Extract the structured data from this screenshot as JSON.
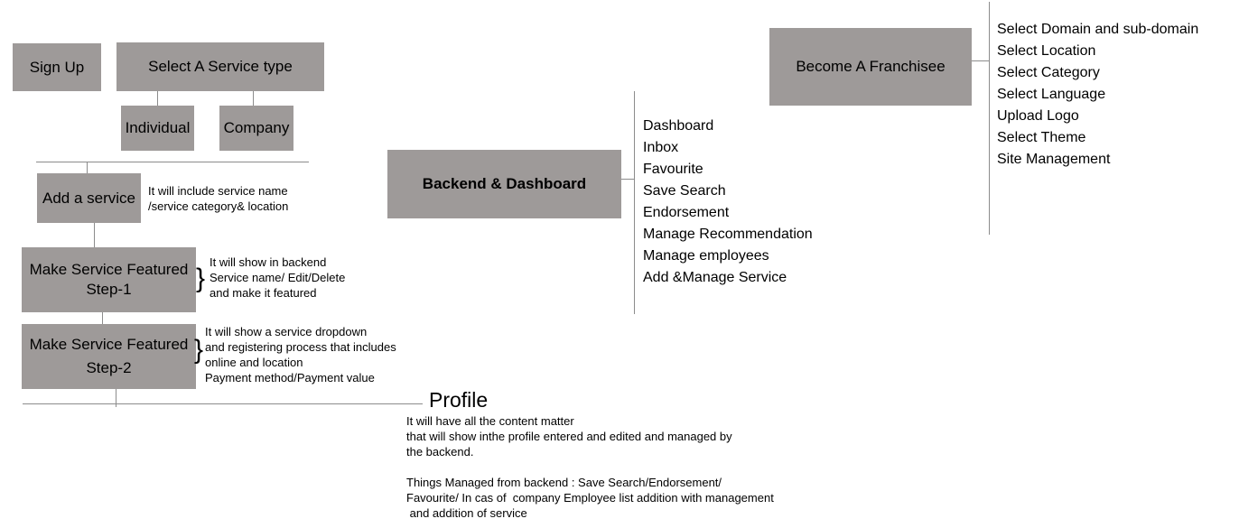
{
  "boxes": {
    "sign_up": "Sign Up",
    "select_service_type": "Select A Service type",
    "individual": "Individual",
    "company": "Company",
    "add_service": "Add a service",
    "featured_step1_line1": "Make Service Featured",
    "featured_step1_line2": "Step-1",
    "featured_step2_line1": "Make Service Featured",
    "featured_step2_line2": "Step-2",
    "backend_dashboard": "Backend & Dashboard",
    "become_franchisee": "Become A Franchisee"
  },
  "notes": {
    "add_service": "It will include service name\n/service category& location",
    "step1": "It will show in backend\nService name/ Edit/Delete\nand make it featured",
    "step2": "It will show a service dropdown\nand registering process that includes\nonline and location\nPayment method/Payment value",
    "brace_symbol": "}"
  },
  "profile": {
    "title": "Profile",
    "description": "It will have all the content matter\nthat will show inthe profile entered and edited and managed by\nthe backend.\n\nThings Managed from backend : Save Search/Endorsement/\nFavourite/ In cas of  company Employee list addition with management\n and addition of service"
  },
  "backend_items": [
    "Dashboard",
    "Inbox",
    "Favourite",
    "Save Search",
    "Endorsement",
    "Manage Recommendation",
    "Manage employees",
    "Add &Manage Service"
  ],
  "franchisee_items": [
    "Select Domain and sub-domain",
    "Select Location",
    "Select Category",
    "Select Language",
    "Upload Logo",
    "Select Theme",
    "Site Management"
  ]
}
